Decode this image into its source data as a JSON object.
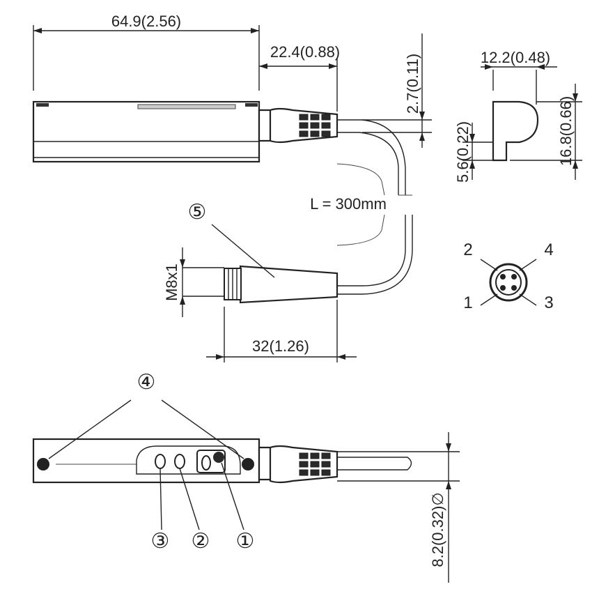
{
  "dimensions": {
    "overall_length": "64.9(2.56)",
    "cable_offset": "22.4(0.88)",
    "cable_height": "2.7(0.11)",
    "connector_length": "32(1.26)",
    "thread": "M8x1",
    "cable_length": "L = 300mm",
    "bracket_width": "12.2(0.48)",
    "bracket_height": "16.8(0.66)",
    "bracket_gap": "5.6(0.22)",
    "diameter": "8.2(0.32)∅"
  },
  "callouts": {
    "connector": "⑤",
    "mounting_holes": "④",
    "item_1": "①",
    "item_2": "②",
    "item_3": "③"
  },
  "pins": [
    "1",
    "2",
    "3",
    "4"
  ]
}
